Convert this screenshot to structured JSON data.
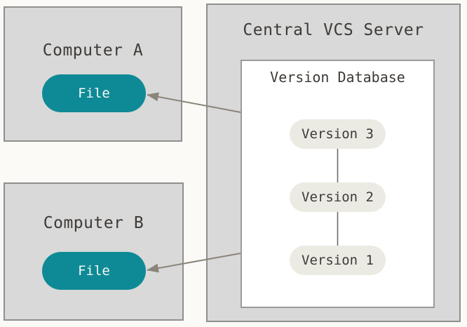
{
  "computer_a": {
    "title": "Computer A",
    "file_label": "File"
  },
  "computer_b": {
    "title": "Computer B",
    "file_label": "File"
  },
  "server": {
    "title": "Central VCS Server",
    "version_database": {
      "title": "Version Database",
      "versions": [
        "Version 3",
        "Version 2",
        "Version 1"
      ]
    }
  },
  "colors": {
    "background": "#fbfaf6",
    "box_fill": "#d9d9d9",
    "box_border": "#8f8f8f",
    "db_fill": "#ffffff",
    "db_border": "#9a9a9a",
    "file_pill": "#0e8a96",
    "file_text": "#f7f7f5",
    "version_pill": "#ebebe3",
    "title_text": "#3e3a36",
    "arrow": "#8b857a"
  }
}
